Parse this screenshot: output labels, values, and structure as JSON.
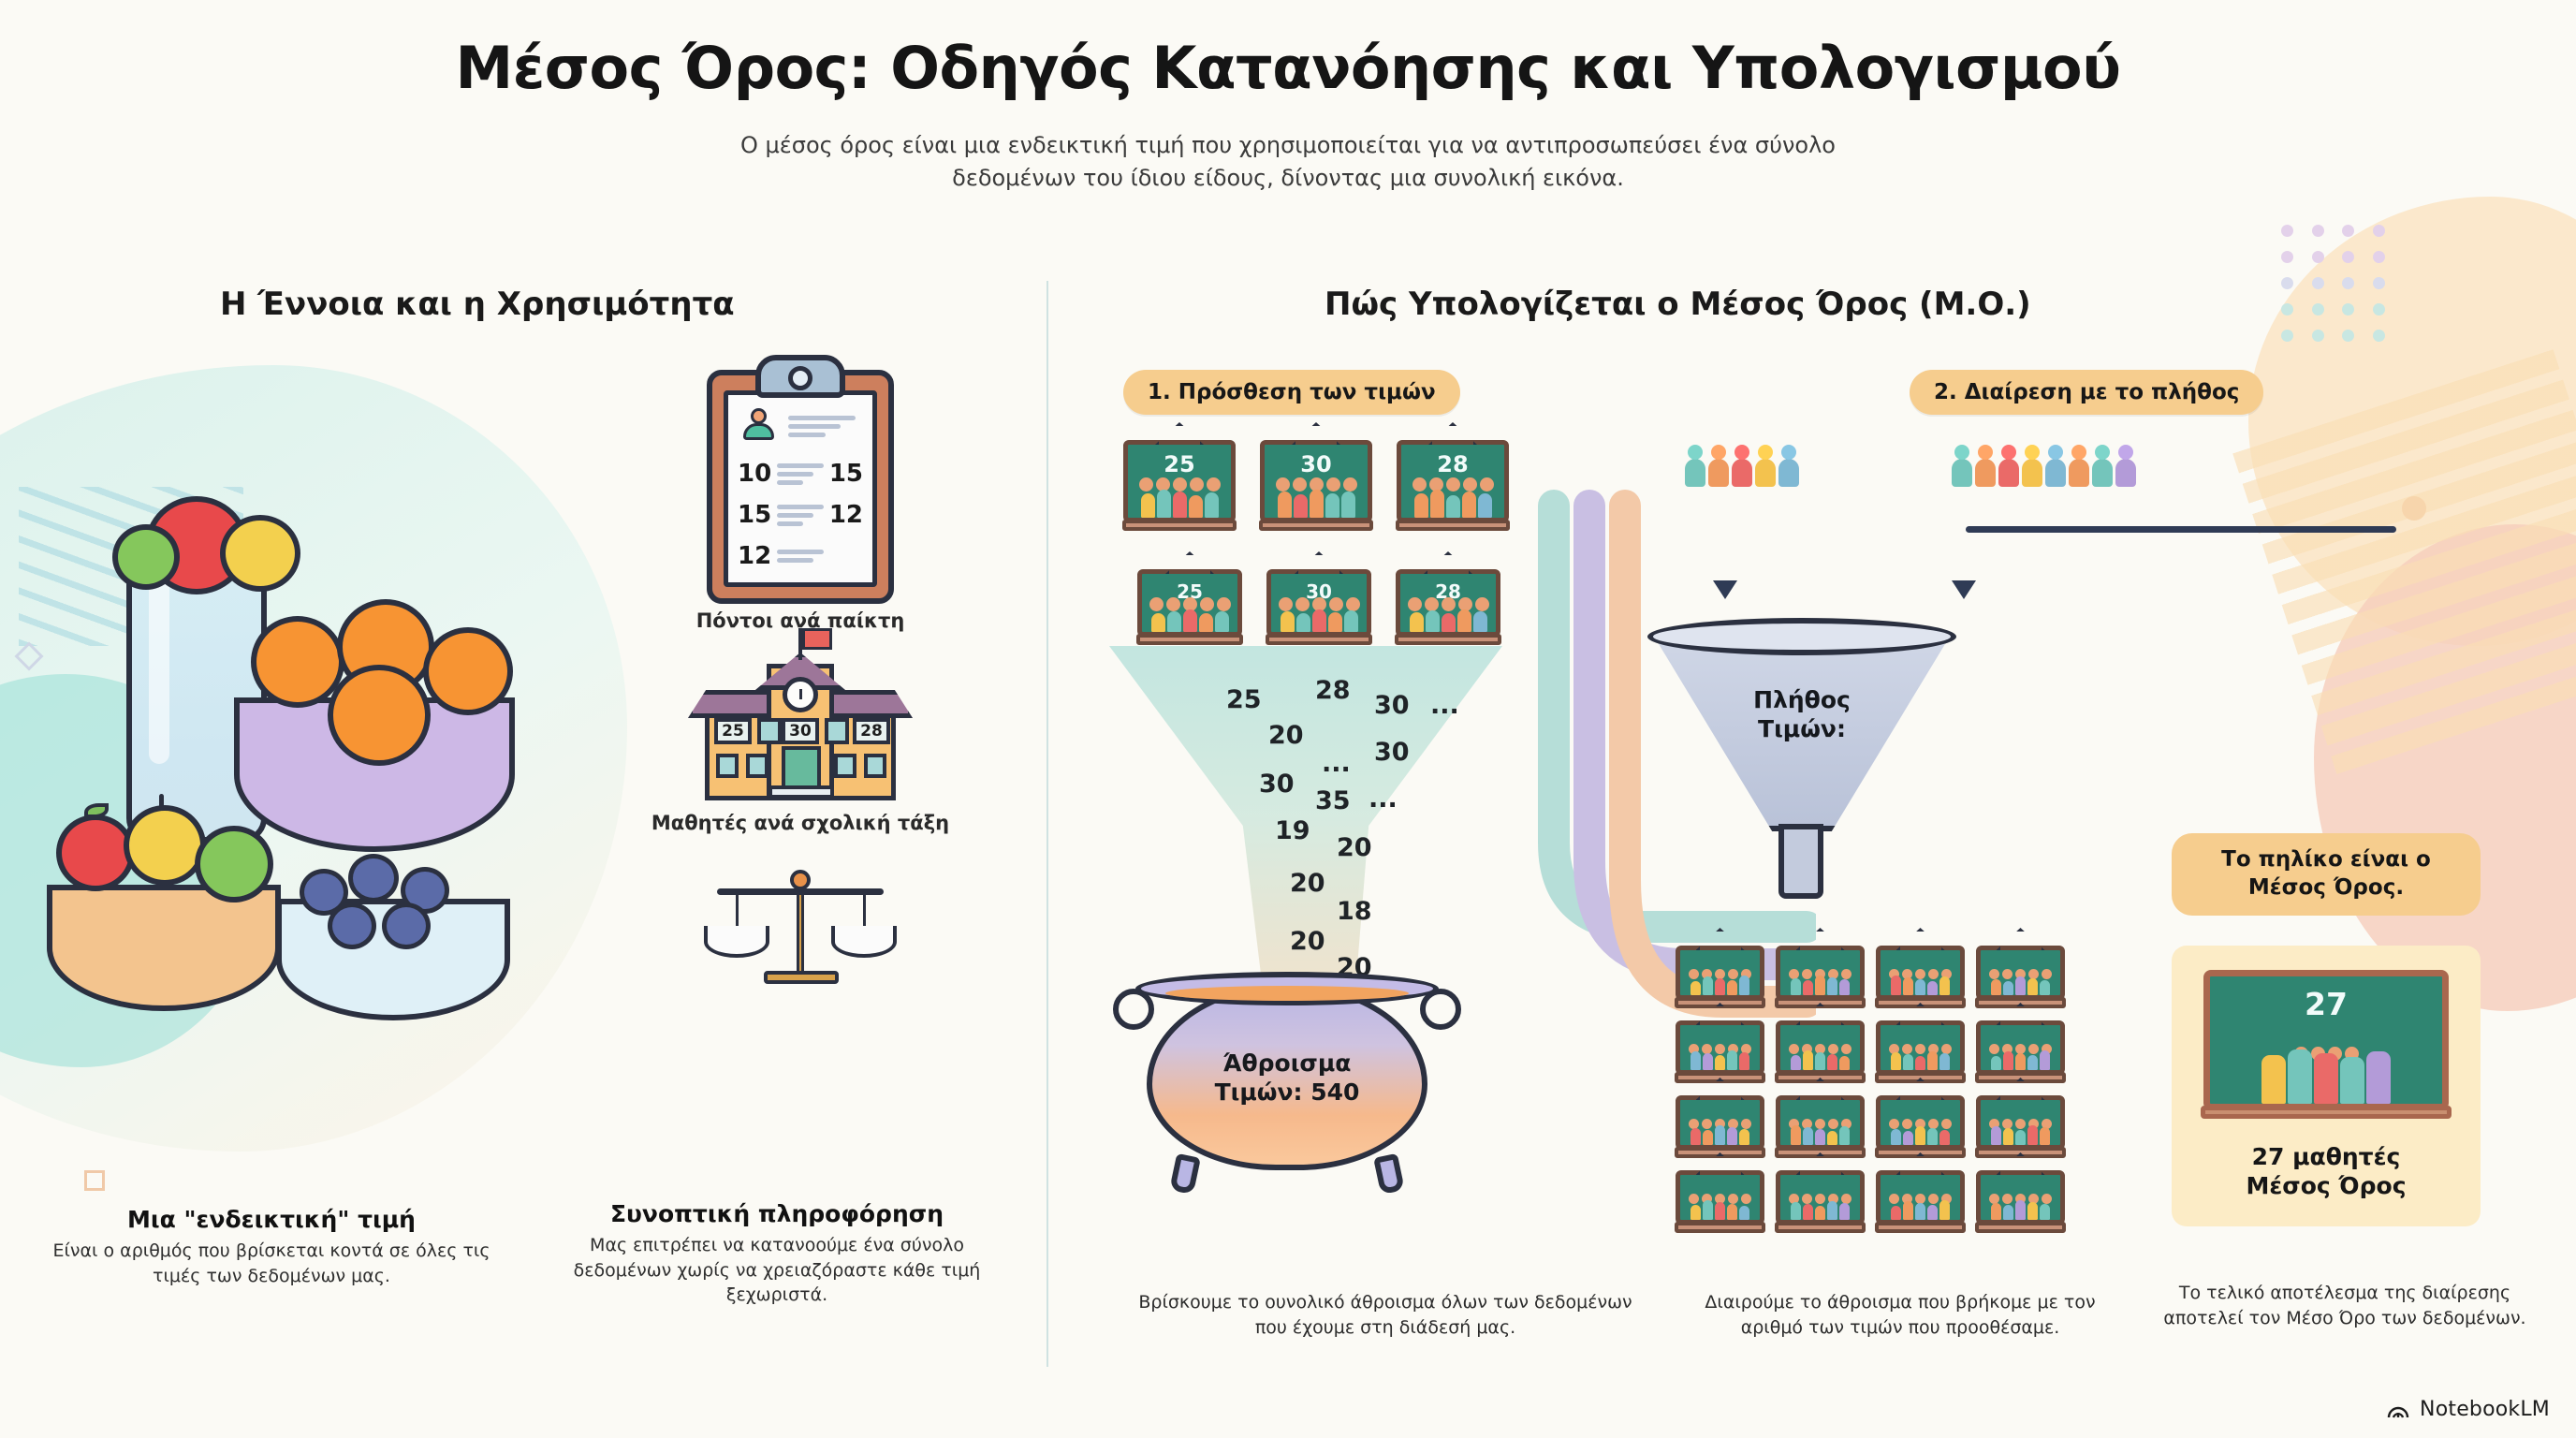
{
  "header": {
    "title": "Μέσος Όρος: Οδηγός Κατανόησης και Υπολογισμού",
    "subtitle": "Ο μέσος όρος είναι μια ενδεικτική τιμή που χρησιμοποιείται για να αντιπροσωπεύσει ένα σύνολο δεδομένων του ίδιου είδους, δίνοντας μια συνολική εικόνα."
  },
  "sections": {
    "left_heading": "Η Έννοια και η Χρησιμότητα",
    "right_heading": "Πώς Υπολογίζεται ο Μέσος Όρος (Μ.Ο.)"
  },
  "left": {
    "clipboard": {
      "icon": "clipboard-icon",
      "rows": [
        {
          "left": "10",
          "right": "15"
        },
        {
          "left": "15",
          "right": "12"
        },
        {
          "left": "12",
          "right": ""
        }
      ],
      "caption": "Πόντοι ανά παίκτη"
    },
    "school": {
      "icon": "school-building-icon",
      "window_numbers": [
        "25",
        "30",
        "28"
      ],
      "caption": "Μαθητές ανά σχολική τάξη"
    },
    "scales": {
      "icon": "balance-scales-icon"
    },
    "captions": [
      {
        "title": "Μια \"ενδεικτική\" τιμή",
        "text": "Είναι ο αριθμός που βρίσκεται κοντά σε όλες τις τιμές των δεδομένων μας."
      },
      {
        "title": "Συνοπτική πληροφόρηση",
        "text": "Μας επιτρέπει να κατανοούμε ένα σύνολο δεδομένων χωρίς να χρειαζόραστε κάθε τιμή ξεχωριστά."
      }
    ]
  },
  "right": {
    "step1": {
      "badge": "1. Πρόσθεση των τιμών",
      "cards_row1": [
        "25",
        "30",
        "28"
      ],
      "cards_row2": [
        "25",
        "30",
        "28"
      ],
      "stream_numbers": [
        "25",
        "28",
        "30",
        "...",
        "20",
        "...",
        "30",
        "30",
        "35",
        "...",
        "19",
        "20",
        "20",
        "18",
        "20",
        "20"
      ],
      "cauldron_label": "Άθροισμα\nΤιμών: 540",
      "cauldron_label_line1": "Άθροισμα",
      "cauldron_label_line2": "Τιμών: 540",
      "caption": "Βρίσκουμε το ουνολικό άθροισμα όλων των δεδομένων που έχουμε στη διάδεσή μας."
    },
    "step2": {
      "badge": "2. Διαίρεση με το πλήθος",
      "funnel_label_line1": "Πλήθος",
      "funnel_label_line2": "Τιμών:",
      "grid_card_count": 16,
      "caption": "Διαιρούμε το άθροισμα που βρήκομε με τον αριθμό των τιμών που προοθέσαμε."
    },
    "result": {
      "badge": "Το πηλίκο είναι ο Μέσος Όρος.",
      "board_number": "27",
      "card_caption_line1": "27 μαθητές",
      "card_caption_line2": "Μέσος Όρος",
      "caption": "Το τελικό αποτέλεσμα της διαίρεσης αποτελεί τον Μέσο Όρο των δεδομένων."
    }
  },
  "footer": {
    "icon": "notebooklm-spiral-icon",
    "label": "NotebookLM"
  },
  "colors": {
    "background": "#fbfaf5",
    "badge": "#f6cd8e",
    "board_green": "#2f8571",
    "result_card": "#fcecc6",
    "divider": "#cfe2e1"
  }
}
